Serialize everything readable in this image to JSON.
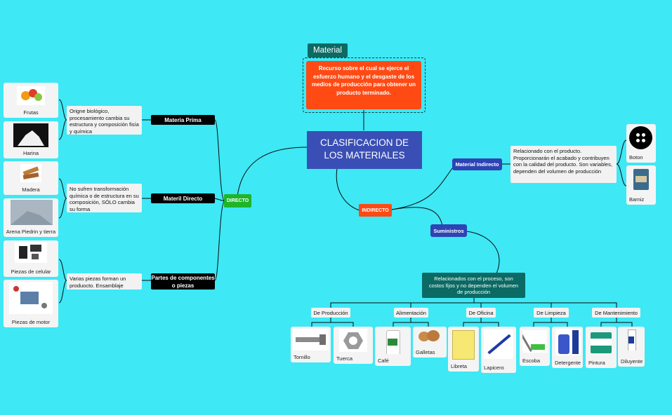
{
  "root": {
    "title": "CLASIFICACION DE LOS MATERIALES"
  },
  "material": {
    "tab": "Material",
    "definition": "Recurso sobre el cual se ejerce el esfuerzo humano y el desgaste de los medios de producción para obtener un producto terminado."
  },
  "directo": {
    "label": "DIRECTO",
    "categories": [
      {
        "label": "Materia Prima",
        "description": "Origne biológico, procesamiento cambia su estructura y composición fisía y química",
        "items": [
          "Frutas",
          "Harina"
        ]
      },
      {
        "label": "Materil Directo",
        "description": "No sufren transformación química o de estructura en su composición, SÓLO cambia su forma",
        "items": [
          "Madera",
          "Arena Piedrin y tierra"
        ]
      },
      {
        "label": "Partes de componentes o piezas",
        "description": "Varias piezas forman un produocto. Ensamblaje",
        "items": [
          "Piezas de celular",
          "Piezas de motor"
        ]
      }
    ]
  },
  "indirecto": {
    "label": "INDIRECTO",
    "material_indirecto": {
      "label": "Material Indirecto",
      "description": "Relacionado con el producto. Proporcionarán el acabado y contribuyen con la calidad del producto. Son variables, dependen del volumen de producción",
      "items": [
        "Boton",
        "Barniz"
      ]
    },
    "suministros": {
      "label": "Suministros",
      "description": "Relacionados con el proceso, son costos fijos y no dependen el volumen de producción",
      "groups": [
        {
          "label": "De Producción",
          "items": [
            "Tornillo",
            "Tuerca"
          ]
        },
        {
          "label": "Alimentación",
          "items": [
            "Café",
            "Galletas"
          ]
        },
        {
          "label": "De Oficina",
          "items": [
            "Libreta",
            "Lapicero"
          ]
        },
        {
          "label": "De Limpieza",
          "items": [
            "Escoba",
            "Detergente"
          ]
        },
        {
          "label": "De Mantenimiento",
          "items": [
            "Pintura",
            "Diluyente"
          ]
        }
      ]
    }
  },
  "colors": {
    "background": "#3ee8f5",
    "root": "#3a4fb5",
    "directo": "#1eb52a",
    "indirecto": "#ff4a14",
    "material_tab": "#0b6a63",
    "suministros_desc": "#0b6a63",
    "blue_node": "#2e43b4"
  }
}
